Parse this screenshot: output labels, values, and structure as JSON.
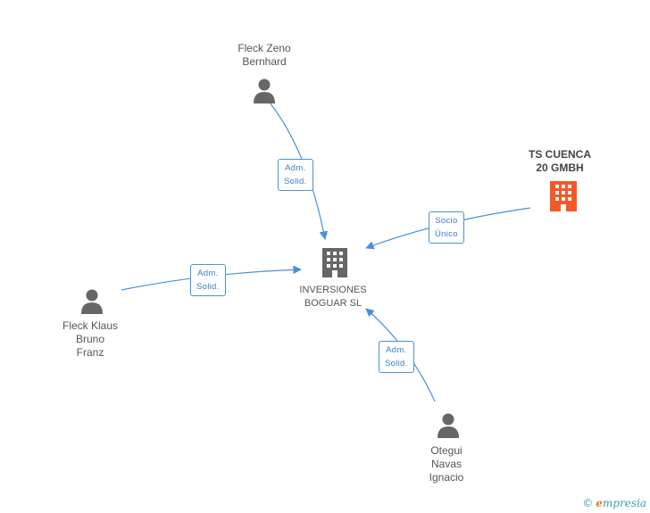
{
  "nodes": {
    "fleck_zeno": {
      "label": "Fleck Zeno\nBernhard",
      "type": "person"
    },
    "ts_cuenca": {
      "label": "TS CUENCA\n20 GMBH",
      "type": "company",
      "color": "#f15a29"
    },
    "inversiones": {
      "label": "INVERSIONES\nBOGUAR SL",
      "type": "company",
      "color": "#666666"
    },
    "fleck_klaus": {
      "label": "Fleck Klaus\nBruno\nFranz",
      "type": "person"
    },
    "otegui": {
      "label": "Otegui\nNavas\nIgnacio",
      "type": "person"
    }
  },
  "edges": {
    "zeno_to_inv": {
      "label": "Adm.\nSolid."
    },
    "ts_to_inv": {
      "label": "Socio\nÚnico"
    },
    "klaus_to_inv": {
      "label": "Adm.\nSolid."
    },
    "otegui_to_inv": {
      "label": "Adm.\nSolid."
    }
  },
  "colors": {
    "edge": "#4a90d9",
    "person_icon": "#666666"
  },
  "brand": {
    "copyright": "©",
    "initial": "e",
    "rest": "mpresia"
  }
}
